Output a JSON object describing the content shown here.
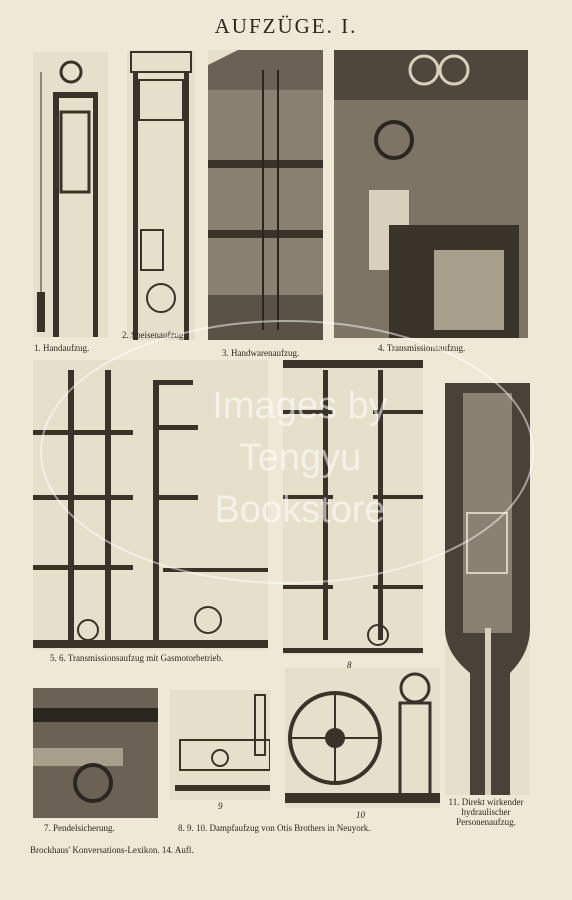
{
  "title": "AUFZÜGE. I.",
  "figures": [
    {
      "id": "1",
      "caption": "1. Handaufzug."
    },
    {
      "id": "2",
      "caption": "2. Speisenaufzug."
    },
    {
      "id": "3",
      "caption": "3. Handwarenaufzug."
    },
    {
      "id": "4",
      "caption": "4. Transmissionsaufzug."
    },
    {
      "id": "5-6",
      "caption": "5. 6. Transmissionsaufzug mit Gasmotorbetrieb."
    },
    {
      "id": "8",
      "caption": "8"
    },
    {
      "id": "11",
      "caption": "11. Direkt wirkender hydraulischer Personenaufzug."
    },
    {
      "id": "7",
      "caption": "7. Pendelsicherung."
    },
    {
      "id": "9",
      "caption": "9"
    },
    {
      "id": "10",
      "caption": "10"
    },
    {
      "id": "8-9-10",
      "caption": "8. 9. 10. Dampfaufzug von Otis Brothers in Neuyork."
    }
  ],
  "footer": "Brockhaus' Konversations-Lexikon.  14. Aufl.",
  "watermark": {
    "line1": "Images by",
    "line2": "Tengyu Bookstore"
  }
}
